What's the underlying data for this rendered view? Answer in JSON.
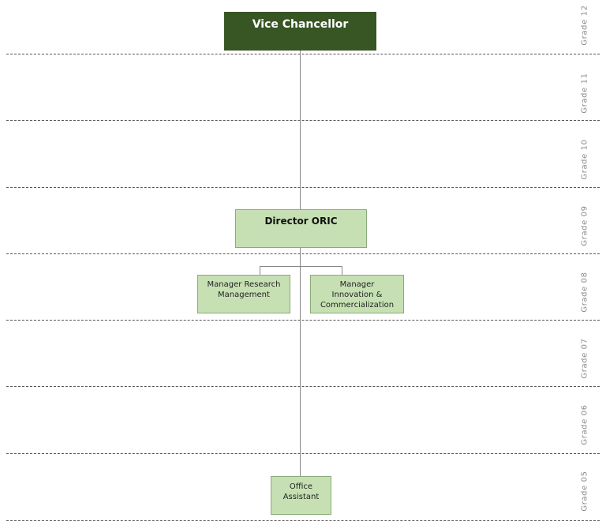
{
  "grades": [
    "Grade 12",
    "Grade 11",
    "Grade 10",
    "Grade 09",
    "Grade 08",
    "Grade 07",
    "Grade 06",
    "Grade 05"
  ],
  "positions": {
    "vice_chancellor": "Vice Chancellor",
    "director": "Director ORIC",
    "manager_research": "Manager Research\nManagement",
    "manager_innovation": "Manager\nInnovation &\nCommercialization",
    "office_assistant": "Office\nAssistant"
  },
  "colors": {
    "top_box": "#375623",
    "box_fill": "#c6e0b4",
    "box_border": "#8aab78",
    "connector": "#888888"
  }
}
